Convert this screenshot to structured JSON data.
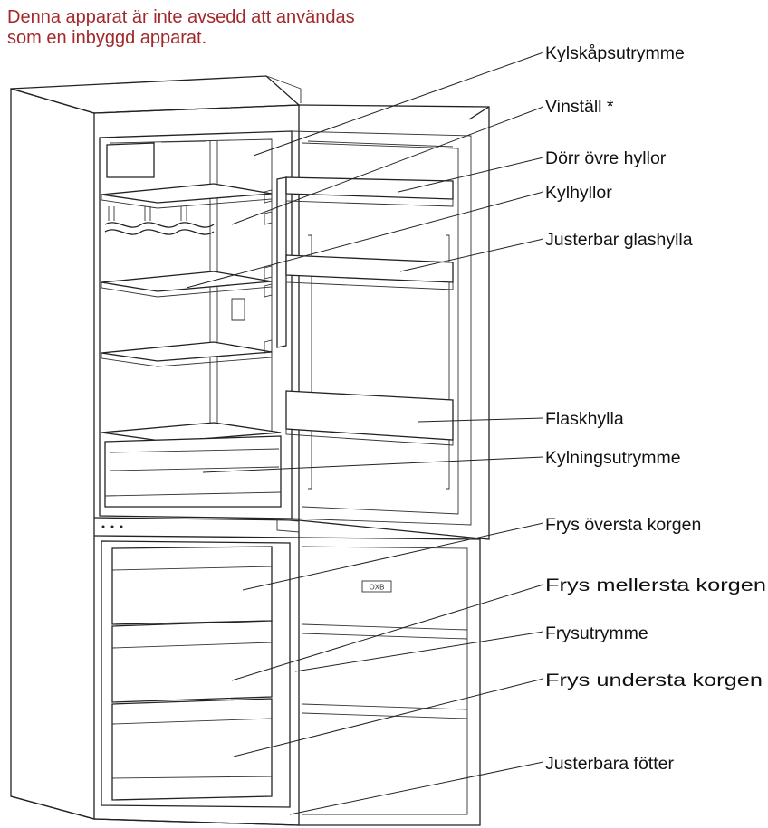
{
  "warning": {
    "line1": "Denna apparat är inte avsedd att användas",
    "line2": "som en inbyggd apparat."
  },
  "labels": {
    "fridge_compartment": "Kylskåpsutrymme",
    "wine_rack": "Vinställ *",
    "door_upper_shelves": "Dörr övre hyllor",
    "fridge_shelves": "Kylhyllor",
    "adjustable_glass_shelf": "Justerbar glashylla",
    "bottle_shelf": "Flaskhylla",
    "chiller_compartment": "Kylningsutrymme",
    "freezer_top_basket": "Frys översta korgen",
    "freezer_middle_basket": "Frys mellersta korgen",
    "freezer_compartment": "Frysutrymme",
    "freezer_bottom_basket": "Frys understa korgen",
    "adjustable_feet": "Justerbara fötter"
  },
  "display_panel_text": "OXB"
}
